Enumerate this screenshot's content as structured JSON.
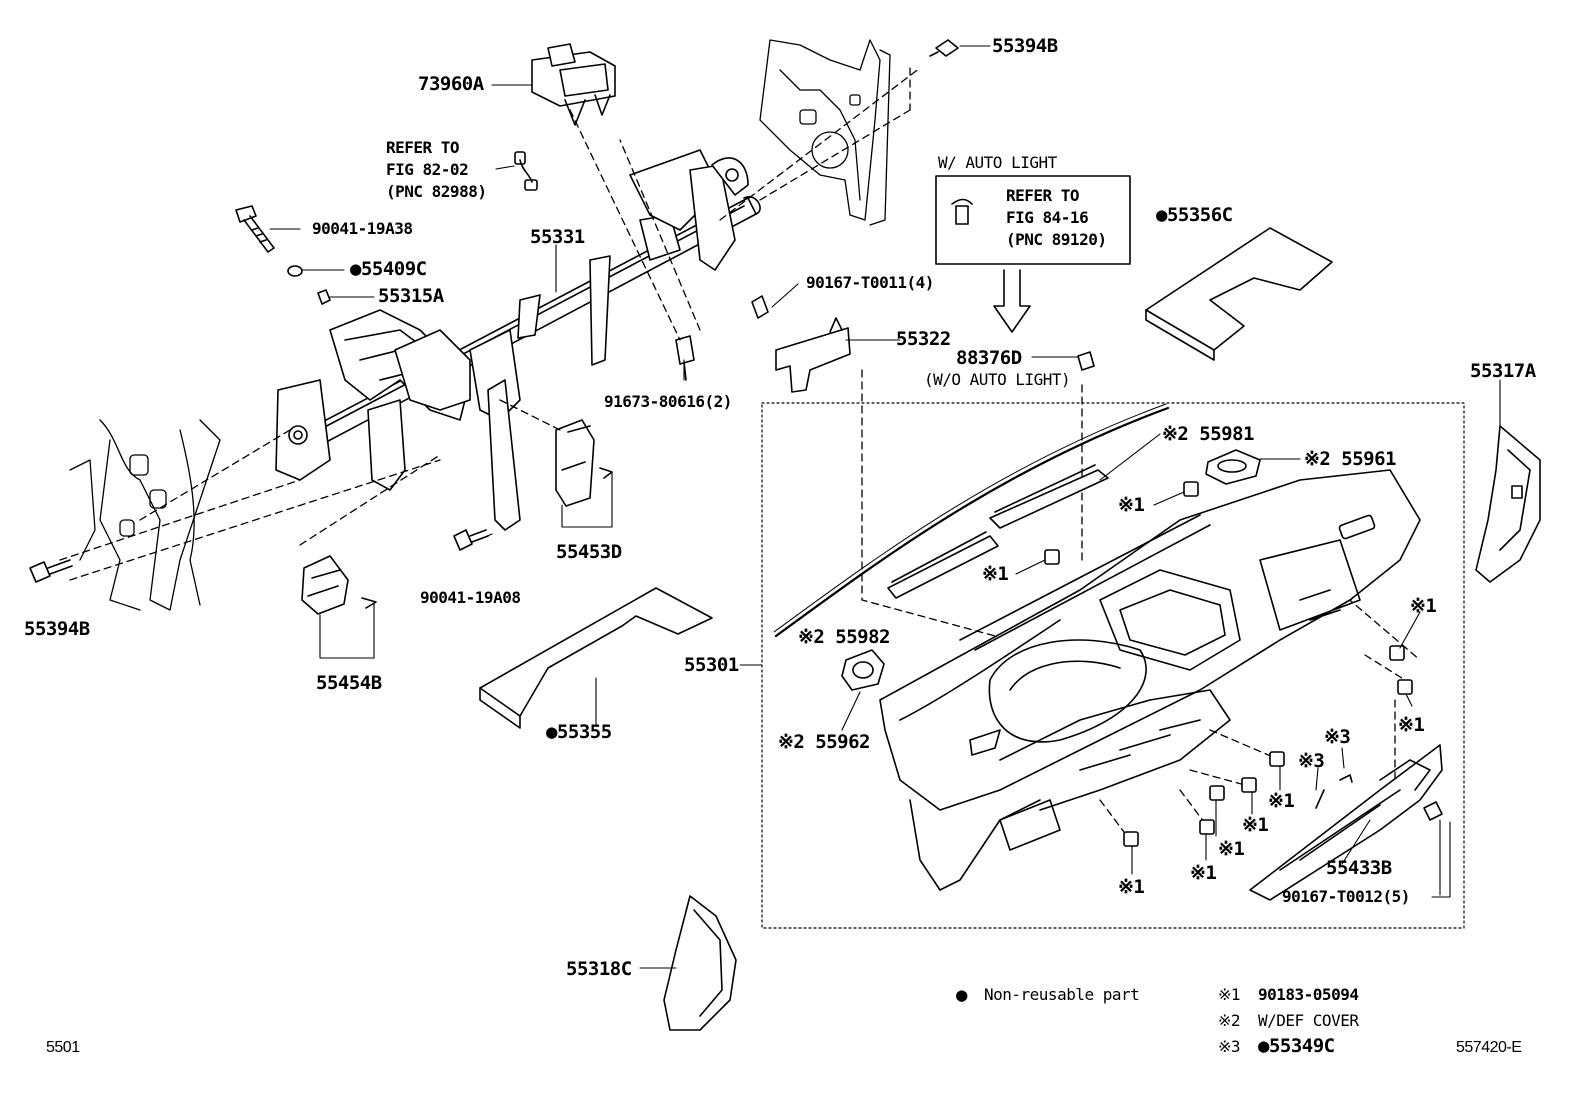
{
  "labels": {
    "p73960A": "73960A",
    "p55394B_top": "55394B",
    "refer1_l1": "REFER TO",
    "refer1_l2": "FIG 82-02",
    "refer1_l3": "(PNC 82988)",
    "p90041_19A38": "90041-19A38",
    "p55331": "55331",
    "p55409C": "●55409C",
    "p55315A": "55315A",
    "w_auto_light": "W/ AUTO LIGHT",
    "refer2_l1": "REFER TO",
    "refer2_l2": "FIG 84-16",
    "refer2_l3": "(PNC 89120)",
    "p55356C": "●55356C",
    "p90167_T0011": "90167-T0011(4)",
    "p55322": "55322",
    "p88376D": "88376D",
    "wo_auto_light": "(W/O AUTO LIGHT)",
    "p91673": "91673-80616(2)",
    "p55317A": "55317A",
    "p55981": "※2 55981",
    "p55961": "※2 55961",
    "mark1_a": "※1",
    "mark1_b": "※1",
    "mark1_c": "※1",
    "mark1_d": "※1",
    "mark1_e": "※1",
    "mark1_f": "※1",
    "mark1_g": "※1",
    "mark1_h": "※1",
    "mark1_i": "※1",
    "mark3_a": "※3",
    "mark3_b": "※3",
    "p55453D": "55453D",
    "p90041_19A08": "90041-19A08",
    "p55394B_left": "55394B",
    "p55454B": "55454B",
    "p55982": "※2 55982",
    "p55301": "55301",
    "p55355": "●55355",
    "p55962": "※2 55962",
    "p55433B": "55433B",
    "p90167_T0012": "90167-T0012(5)",
    "p55318C": "55318C"
  },
  "legend": {
    "nonreusable_dot": "●",
    "nonreusable_text": "Non-reusable part",
    "n1_mark": "※1",
    "n1_text": "90183-05094",
    "n2_mark": "※2",
    "n2_text": "W/DEF COVER",
    "n3_mark": "※3",
    "n3_text": "●55349C"
  },
  "footer": {
    "left": "5501",
    "right": "557420-E"
  }
}
